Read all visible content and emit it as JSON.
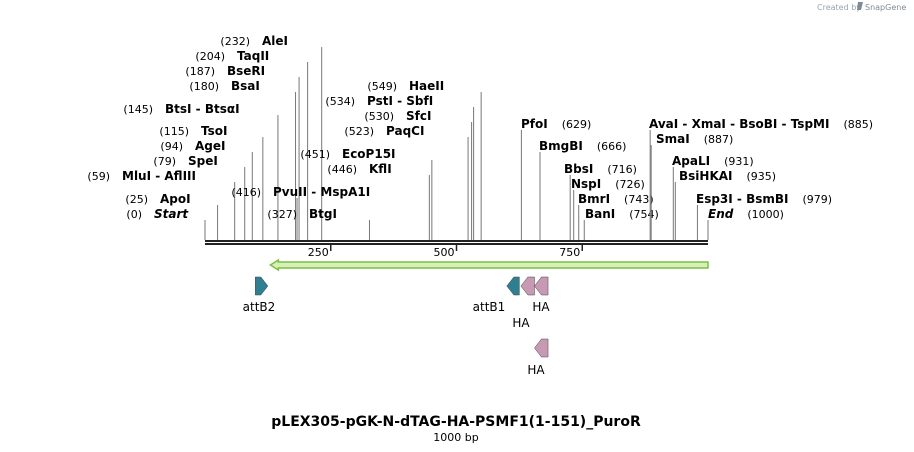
{
  "credit": {
    "prefix": "Created by",
    "brand": "SnapGene"
  },
  "title": "pLEX305-pGK-N-dTAG-HA-PSMF1(1-151)_PuroR",
  "subtitle": "1000 bp",
  "colors": {
    "teal": "#2f7f93",
    "pink": "#c799b3",
    "green": "#7ac143",
    "backbone": "#222222"
  },
  "sequence_length": 1000,
  "ticks": [
    {
      "value": 250,
      "label": "250"
    },
    {
      "value": 500,
      "label": "500"
    },
    {
      "value": 750,
      "label": "750"
    }
  ],
  "sites": [
    {
      "pos_label": "(0)",
      "name": "Start",
      "site": 0,
      "italic": true
    },
    {
      "pos_label": "(25)",
      "name": "ApoI",
      "site": 25
    },
    {
      "pos_label": "(59)",
      "name": "MluI  -  AflIII",
      "site": 59
    },
    {
      "pos_label": "(79)",
      "name": "SpeI",
      "site": 79
    },
    {
      "pos_label": "(94)",
      "name": "AgeI",
      "site": 94
    },
    {
      "pos_label": "(115)",
      "name": "TsoI",
      "site": 115
    },
    {
      "pos_label": "(145)",
      "name": "BtsI  -  BtsαI",
      "site": 145
    },
    {
      "pos_label": "(180)",
      "name": "BsaI",
      "site": 180
    },
    {
      "pos_label": "(187)",
      "name": "BseRI",
      "site": 187
    },
    {
      "pos_label": "(204)",
      "name": "TaqII",
      "site": 204
    },
    {
      "pos_label": "(232)",
      "name": "AleI",
      "site": 232
    },
    {
      "pos_label": "(416)",
      "name": "PvuII   -  MspA1I",
      "site": 183
    },
    {
      "pos_label": "(327)",
      "name": "BtgI",
      "site": 327
    },
    {
      "pos_label": "(451)",
      "name": "EcoP15I",
      "site": 451
    },
    {
      "pos_label": "(446)",
      "name": "KflI",
      "site": 446
    },
    {
      "pos_label": "(523)",
      "name": "PaqCI",
      "site": 523
    },
    {
      "pos_label": "(530)",
      "name": "SfcI",
      "site": 530
    },
    {
      "pos_label": "(534)",
      "name": "PstI  -  SbfI",
      "site": 534
    },
    {
      "pos_label": "(549)",
      "name": "HaeII",
      "site": 549
    },
    {
      "pos_label": "(629)",
      "name": "PfoI",
      "site": 629
    },
    {
      "pos_label": "(666)",
      "name": "BmgBI",
      "site": 666
    },
    {
      "pos_label": "(716)",
      "name": "BbsI",
      "site": 726
    },
    {
      "pos_label": "(726)",
      "name": "NspI",
      "site": 733
    },
    {
      "pos_label": "(743)",
      "name": "BmrI",
      "site": 743
    },
    {
      "pos_label": "(754)",
      "name": "BanI",
      "site": 754
    },
    {
      "pos_label": "(885)",
      "name": "AvaI   -  XmaI   -  BsoBI   -  TspMI",
      "site": 885
    },
    {
      "pos_label": "(887)",
      "name": "SmaI",
      "site": 887
    },
    {
      "pos_label": "(931)",
      "name": "ApaLI",
      "site": 931
    },
    {
      "pos_label": "(935)",
      "name": "BsiHKAI",
      "site": 935
    },
    {
      "pos_label": "(979)",
      "name": "Esp3I   -  BsmBI",
      "site": 979
    },
    {
      "pos_label": "(1000)",
      "name": "End",
      "site": 1000,
      "italic": true
    }
  ],
  "features": [
    {
      "name": "orf-arrow",
      "label": "",
      "start": 130,
      "end": 1000,
      "direction": "left",
      "color": "#7ac143"
    },
    {
      "name": "attB2",
      "label": "attB2",
      "start": 100,
      "end": 125,
      "direction": "right",
      "color": "#2f7f93"
    },
    {
      "name": "attB1",
      "label": "attB1",
      "start": 600,
      "end": 625,
      "direction": "left",
      "color": "#2f7f93"
    },
    {
      "name": "HA-1",
      "label": "HA",
      "start": 628,
      "end": 655,
      "direction": "left",
      "color": "#c799b3"
    },
    {
      "name": "HA-2",
      "label": "HA",
      "start": 655,
      "end": 682,
      "direction": "left",
      "color": "#c799b3"
    },
    {
      "name": "HA-3",
      "label": "HA",
      "start": 655,
      "end": 682,
      "direction": "left",
      "color": "#c799b3"
    }
  ]
}
